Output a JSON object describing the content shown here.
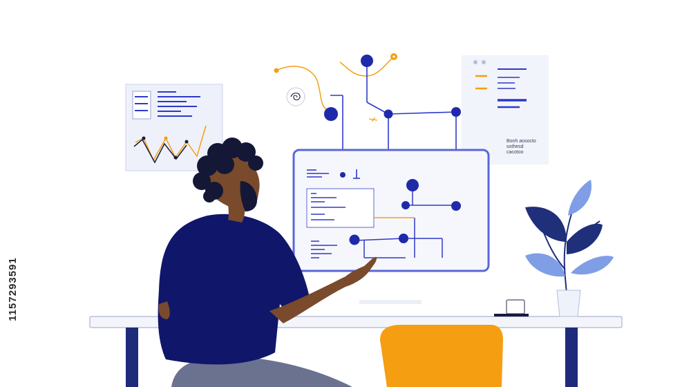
{
  "illustration": {
    "stock_id": "1157293591",
    "colors": {
      "navy": "#10166a",
      "blue_accent": "#2e38c8",
      "monitor_frame": "#5a66d8",
      "orange": "#f59e12",
      "skin": "#7a4a2c",
      "hair": "#141836",
      "leaf_light": "#7f9ee6",
      "leaf_dark": "#1f2f7a",
      "pants": "#6a7290"
    },
    "icons": [
      "flowchart-diagram",
      "line-chart",
      "document",
      "plant",
      "coffee-mug",
      "chair",
      "monitor"
    ],
    "right_note": {
      "lines": [
        "Bonh aosocto",
        "sothesd",
        "cacotoo"
      ]
    }
  }
}
